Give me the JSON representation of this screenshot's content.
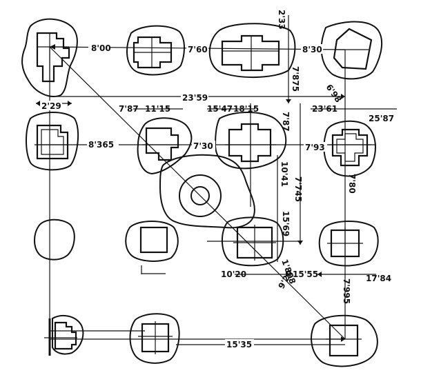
{
  "diagram": {
    "labels": {
      "d_8_00": "8'00",
      "d_7_60": "7'60",
      "d_2_33": "2'33",
      "d_8_30": "8'30",
      "d_7_875": "7'875",
      "d_6_98": "6'98",
      "d_23_59": "23'59",
      "d_2_29": "2'29",
      "d_7_87a": "7'87",
      "d_11_15": "11'15",
      "d_15_47": "15'47",
      "d_18_15": "18'15",
      "d_7_87b": "7'87",
      "d_23_61": "23'61",
      "d_25_87": "25'87",
      "d_8_365": "8'365",
      "d_7_30": "7'30",
      "d_7_93": "7'93",
      "d_10_41": "10'41",
      "d_7_745": "7'745",
      "d_7_80": "7'80",
      "d_15_69": "15'69",
      "d_10_20": "10'20",
      "d_1_808": "1'808",
      "d_15_55": "15'55",
      "d_17_84": "17'84",
      "d_7_995": "7'995",
      "d_9_20": "9'20",
      "d_15_35": "15'35"
    }
  }
}
